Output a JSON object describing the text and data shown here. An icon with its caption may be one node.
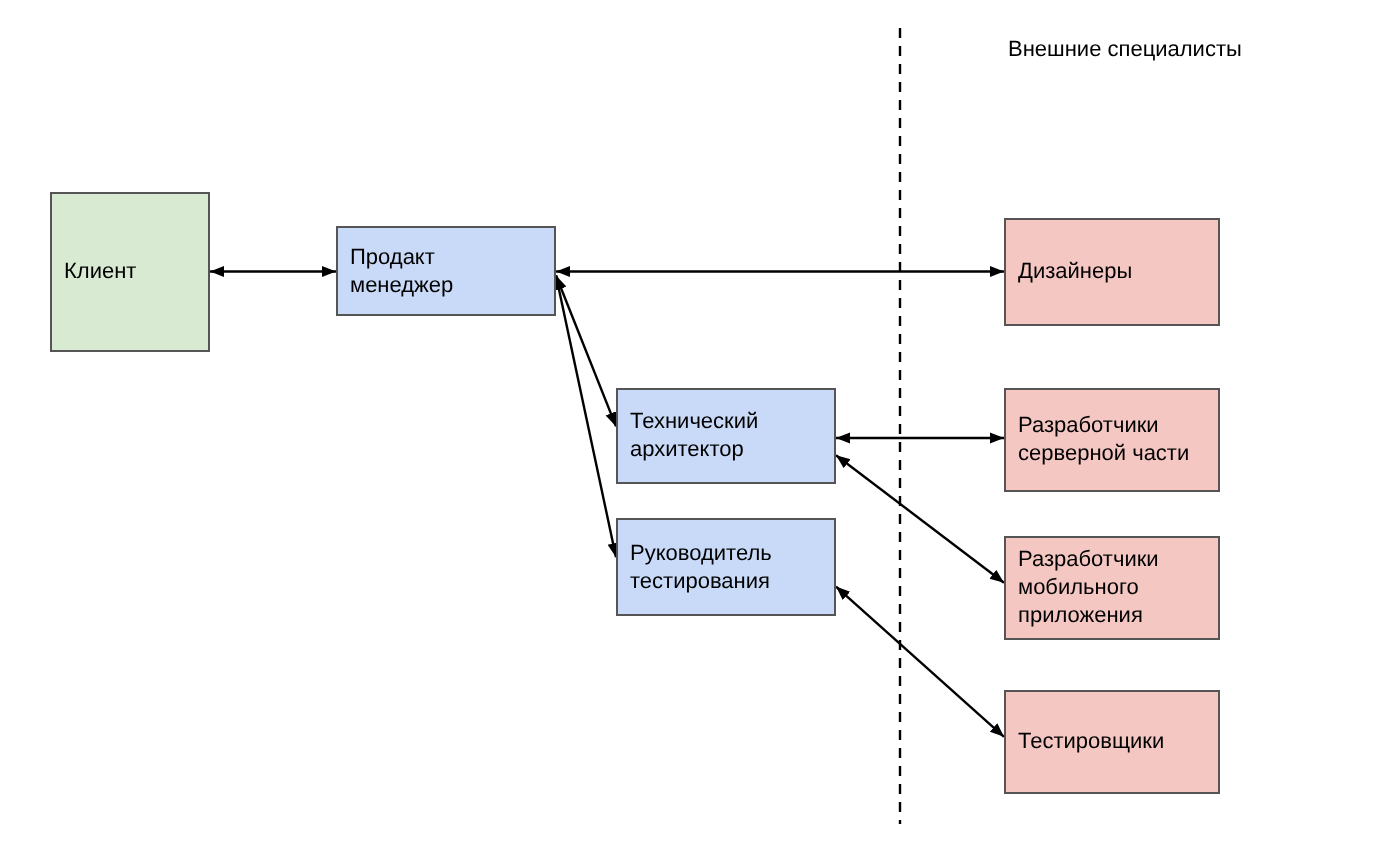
{
  "diagram": {
    "nodes": [
      {
        "text": [
          "Клиент"
        ]
      },
      {
        "text": [
          "Продакт менеджер"
        ]
      },
      {
        "text": [
          "Технический архитектор"
        ]
      },
      {
        "text": [
          "Руководитель тестирования"
        ]
      },
      {
        "text": [
          "Дизайнеры"
        ]
      },
      {
        "text": [
          "Разработчики серверной части"
        ]
      },
      {
        "text": [
          "Разработчики мобильного приложения"
        ]
      },
      {
        "text": [
          "Тестировщики"
        ]
      }
    ],
    "edges": [
      {
        "from": 0,
        "to": 1,
        "arrow": "both"
      },
      {
        "from": 1,
        "to": 4,
        "arrow": "both"
      },
      {
        "from": 1,
        "to": 2,
        "arrow": "both"
      },
      {
        "from": 1,
        "to": 3,
        "arrow": "both"
      },
      {
        "from": 2,
        "to": 5,
        "arrow": "both"
      },
      {
        "from": 2,
        "to": 6,
        "arrow": "both"
      },
      {
        "from": 3,
        "to": 7,
        "arrow": "both"
      }
    ],
    "labels": [
      "Внешние специалисты"
    ]
  }
}
